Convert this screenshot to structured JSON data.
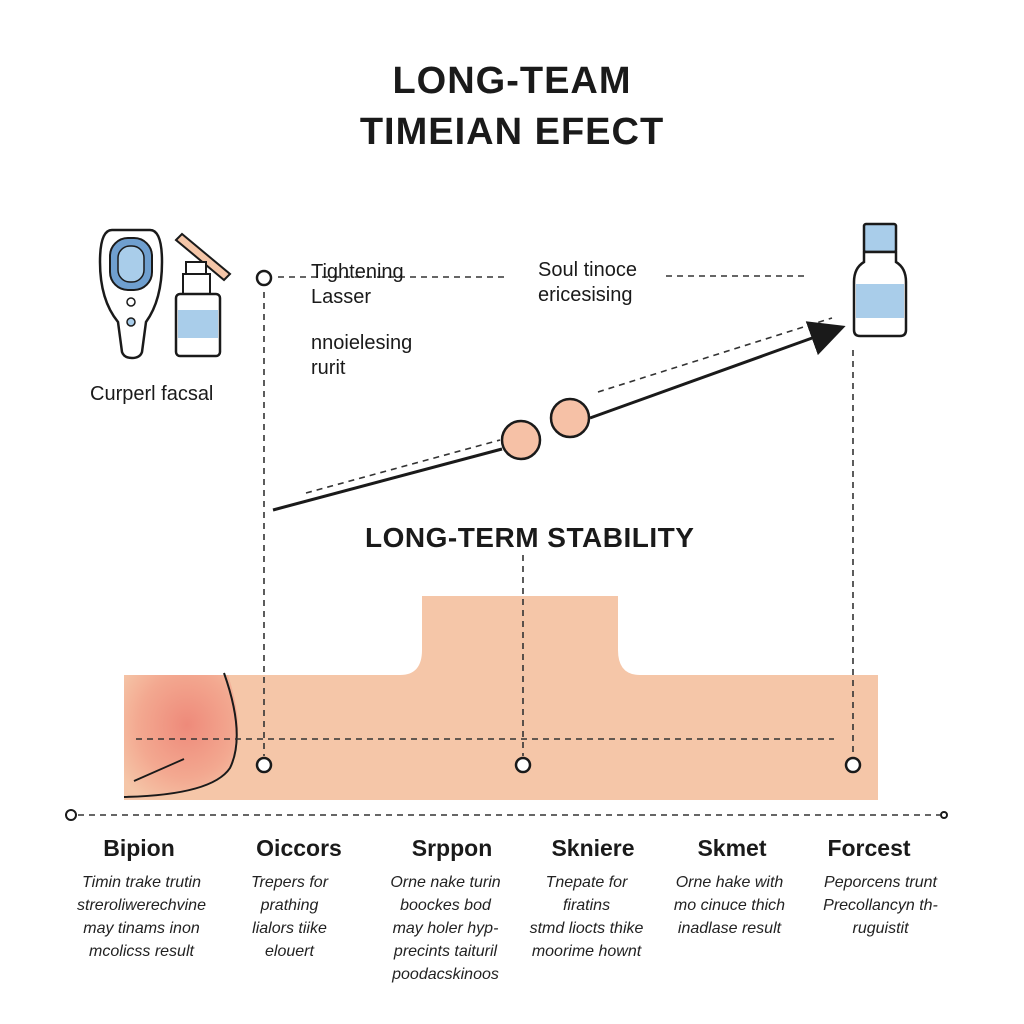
{
  "title": {
    "line1": "LONG-TEAM",
    "line2": "TIMEIAN  EFECT"
  },
  "left_device": {
    "caption": "Curperl facsal"
  },
  "labels": {
    "tightening": [
      "Tightening",
      "Lasser"
    ],
    "soul": [
      "Soul tinoce",
      "ericesising"
    ],
    "noiel": [
      "nnoielesing",
      "rurit"
    ]
  },
  "section_title": "LONG-TERM STABILITY",
  "columns": [
    {
      "heading": "Bipion",
      "desc": [
        "Timin trake trutin",
        "streroliwerechvine",
        "may tinams inon",
        "mcolicss result"
      ]
    },
    {
      "heading": "Oiccors",
      "desc": [
        "Trepers for",
        "prathing",
        "lialors tiike",
        "elouert"
      ]
    },
    {
      "heading": "Srppon",
      "desc": [
        "Orne nake turin",
        "boockes bod",
        "may holer hyp-",
        "precints taituril",
        "poodacskinoos"
      ]
    },
    {
      "heading": "Skniere",
      "desc": [
        "Tnepate for",
        "firatins",
        "stmd liocts thike",
        "moorime hownt"
      ]
    },
    {
      "heading": "Skmet",
      "desc": [
        "Orne hake with",
        "mo cinuce thich",
        "inadlase result"
      ]
    },
    {
      "heading": "Forcest",
      "desc": [
        "Peporcens trunt",
        "Precollancyn th-",
        "ruguistit"
      ]
    }
  ],
  "colors": {
    "skin": "#f5c6a8",
    "skin_red": "#ee8a7a",
    "accent_blue": "#a9cdea",
    "dot_fill": "#f6c1a6",
    "line": "#1a1a1a"
  }
}
